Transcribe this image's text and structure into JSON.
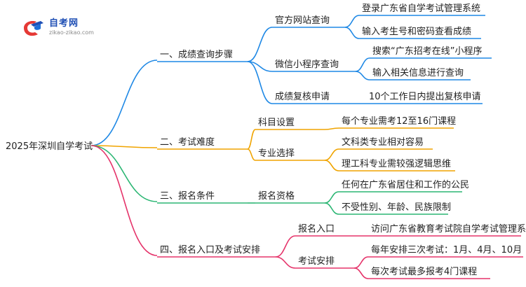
{
  "logo": {
    "title": "自考网",
    "subtitle": "zikao-zikao.com"
  },
  "colors": {
    "branch1": "#1e88e5",
    "branch2": "#f0a400",
    "branch3": "#2bb673",
    "branch4": "#e5336a"
  },
  "root": "2025年深圳自学考试",
  "branches": [
    {
      "label": "一、成绩查询步骤",
      "children": [
        {
          "label": "官方网站查询",
          "leaves": [
            "登录广东省自学考试管理系统",
            "输入考生号和密码查看成绩"
          ]
        },
        {
          "label": "微信小程序查询",
          "leaves": [
            "搜索“广东招考在线”小程序",
            "输入相关信息进行查询"
          ]
        },
        {
          "label": "成绩复核申请",
          "leaves": [
            "10个工作日内提出复核申请"
          ]
        }
      ]
    },
    {
      "label": "二、考试难度",
      "children": [
        {
          "label": "科目设置",
          "leaves": [
            "每个专业需考12至16门课程"
          ]
        },
        {
          "label": "专业选择",
          "leaves": [
            "文科类专业相对容易",
            "理工科专业需较强逻辑思维"
          ]
        }
      ]
    },
    {
      "label": "三、报名条件",
      "children": [
        {
          "label": "报名资格",
          "leaves": [
            "任何在广东省居住和工作的公民",
            "不受性别、年龄、民族限制"
          ]
        }
      ]
    },
    {
      "label": "四、报名入口及考试安排",
      "children": [
        {
          "label": "报名入口",
          "leaves": [
            "访问广东省教育考试院自学考试管理系统"
          ]
        },
        {
          "label": "考试安排",
          "leaves": [
            "每年安排三次考试：1月、4月、10月",
            "每次考试最多报考4门课程"
          ]
        }
      ]
    }
  ]
}
